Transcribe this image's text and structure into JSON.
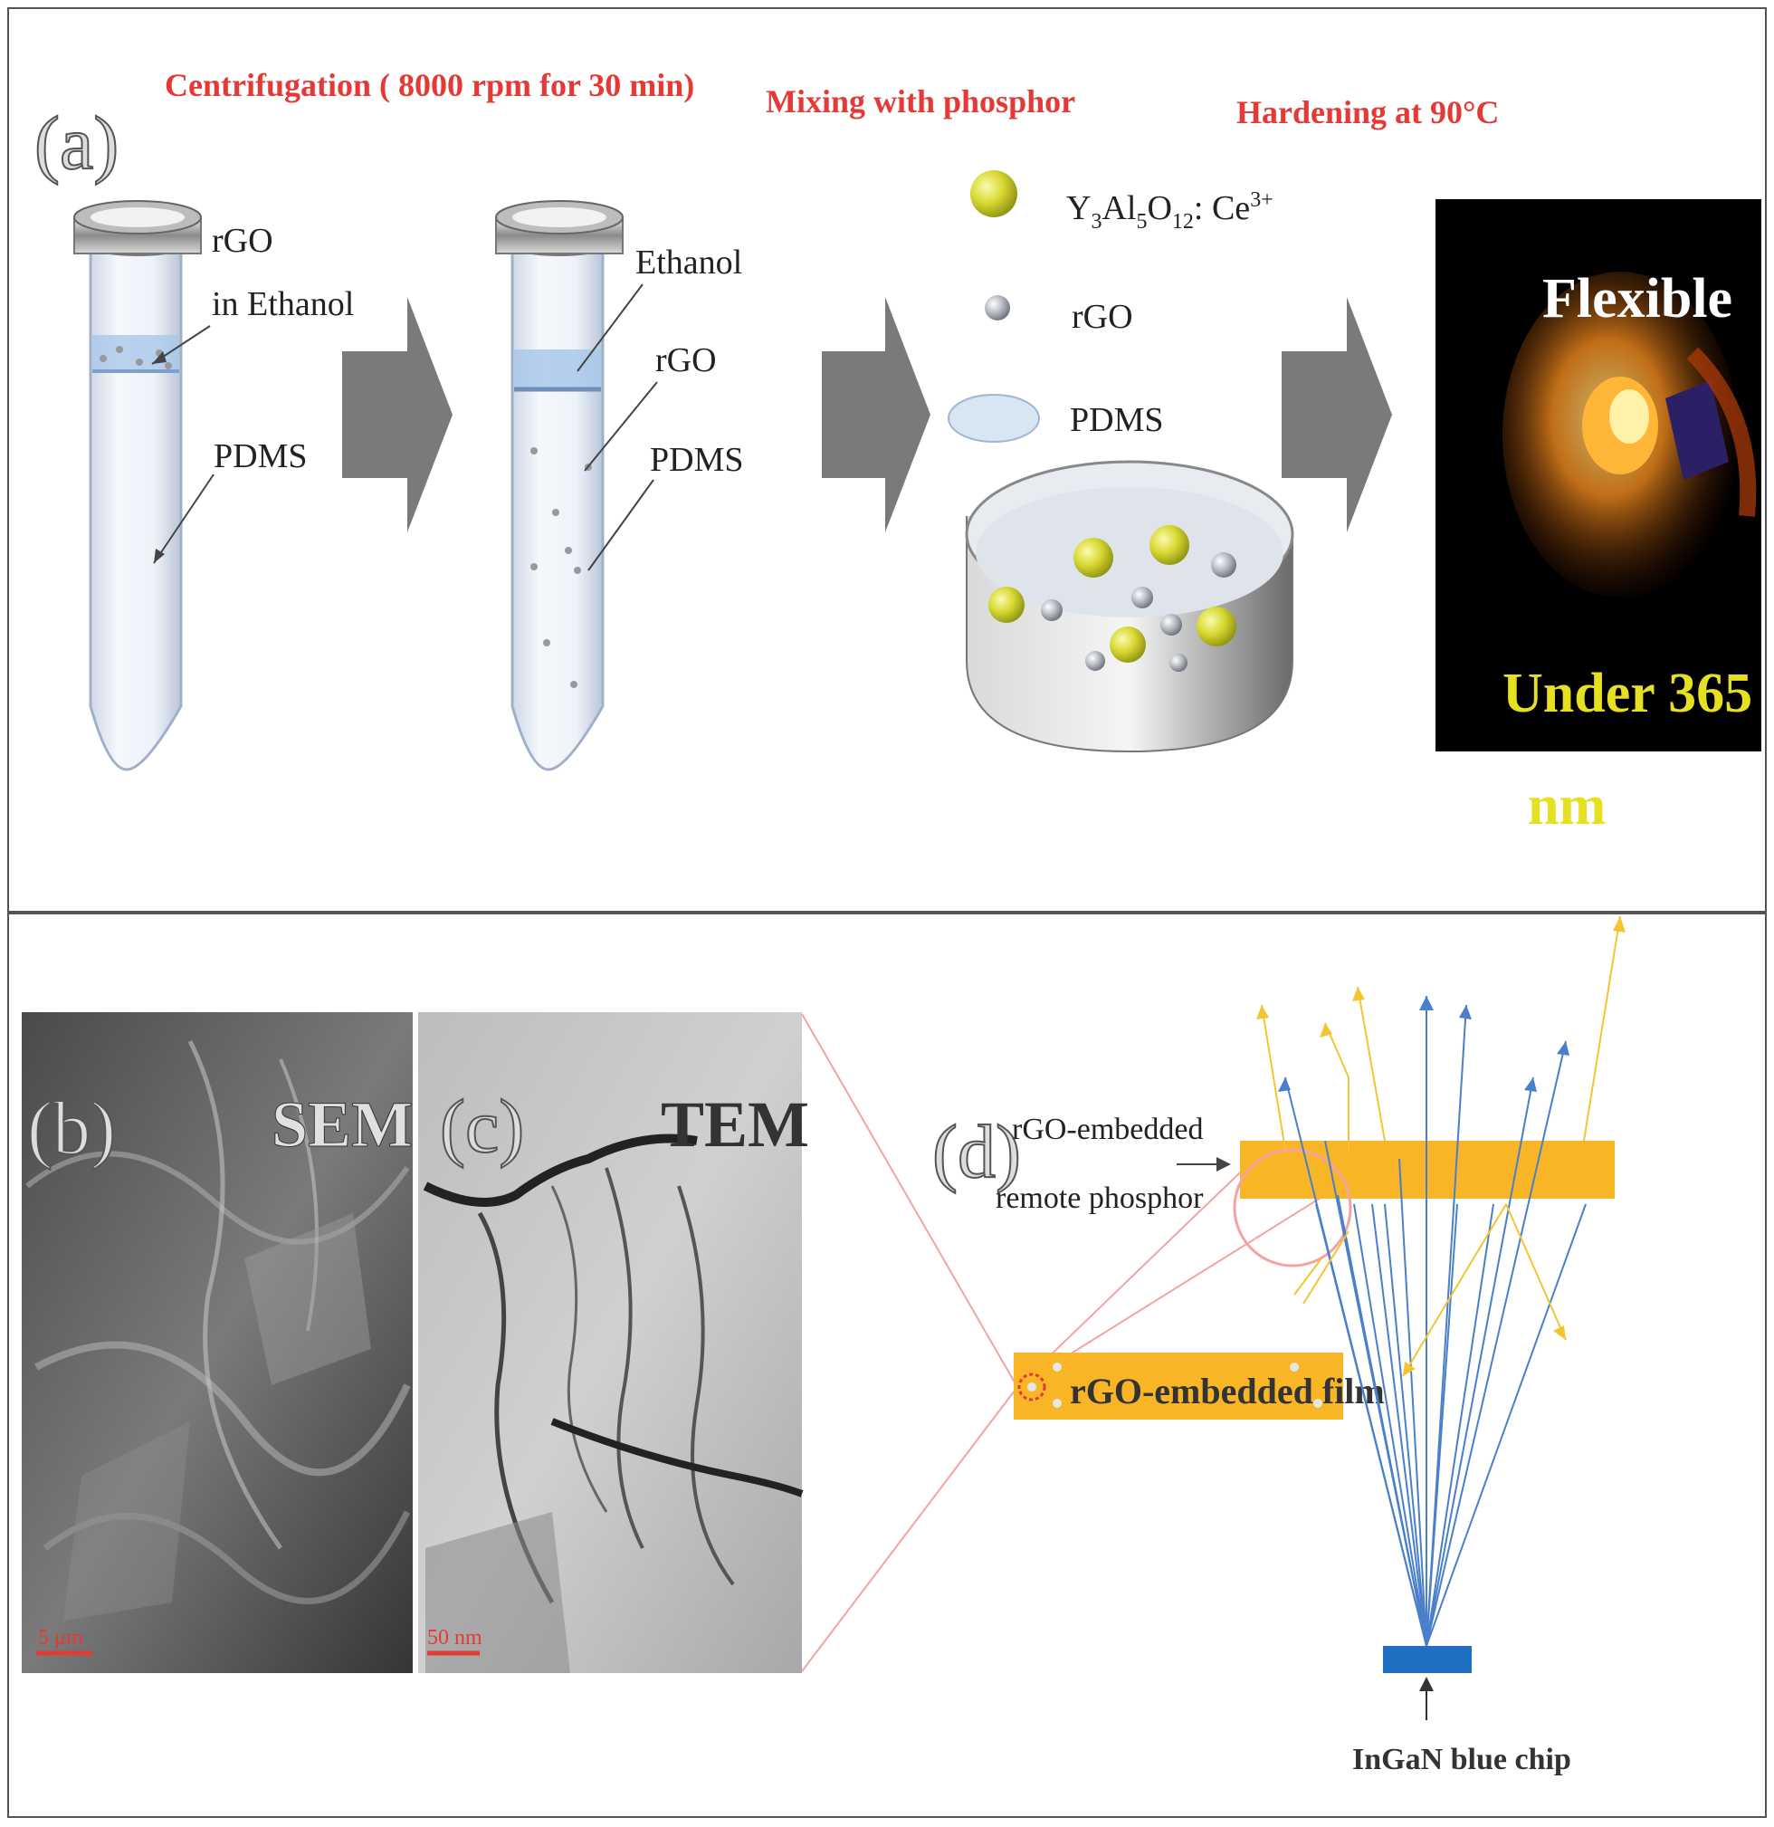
{
  "panel_a": {
    "letter": "(a)",
    "steps": {
      "centrifugation": "Centrifugation ( 8000 rpm for 30 min)",
      "mixing": "Mixing with phosphor",
      "hardening": "Hardening at 90°C"
    },
    "tube1": {
      "label_rgo": "rGO",
      "label_ethanol": "in Ethanol",
      "label_pdms": "PDMS"
    },
    "tube2": {
      "label_ethanol": "Ethanol",
      "label_rgo": "rGO",
      "label_pdms": "PDMS"
    },
    "legend": {
      "yag_main": "Y",
      "yag_sub1": "3",
      "yag_al": "Al",
      "yag_sub2": "5",
      "yag_o": "O",
      "yag_sub3": "12",
      "yag_ce": ": Ce",
      "yag_sup": "3+",
      "rgo": "rGO",
      "pdms": "PDMS"
    },
    "photo": {
      "title": "Flexible",
      "caption_line1": "Under 365",
      "caption_line2": "nm"
    }
  },
  "panel_b": {
    "letter": "(b)",
    "label": "SEM",
    "scale": "5 μm"
  },
  "panel_c": {
    "letter": "(c)",
    "label": "TEM",
    "scale": "50 nm"
  },
  "panel_d": {
    "letter": "(d)",
    "remote_line1": "rGO-embedded",
    "remote_line2": "remote phosphor",
    "film_label": "rGO-embedded film",
    "chip_label": "InGaN blue chip"
  },
  "colors": {
    "step_red": "#e53935",
    "film_orange": "#f8b526",
    "blue_ray": "#4a7fc9",
    "yellow_ray": "#f5c431",
    "chip_blue": "#1f6fc2",
    "photo_title": "#ffffff",
    "photo_caption": "#e6e020",
    "arrow_grey": "#7a7a7a"
  }
}
